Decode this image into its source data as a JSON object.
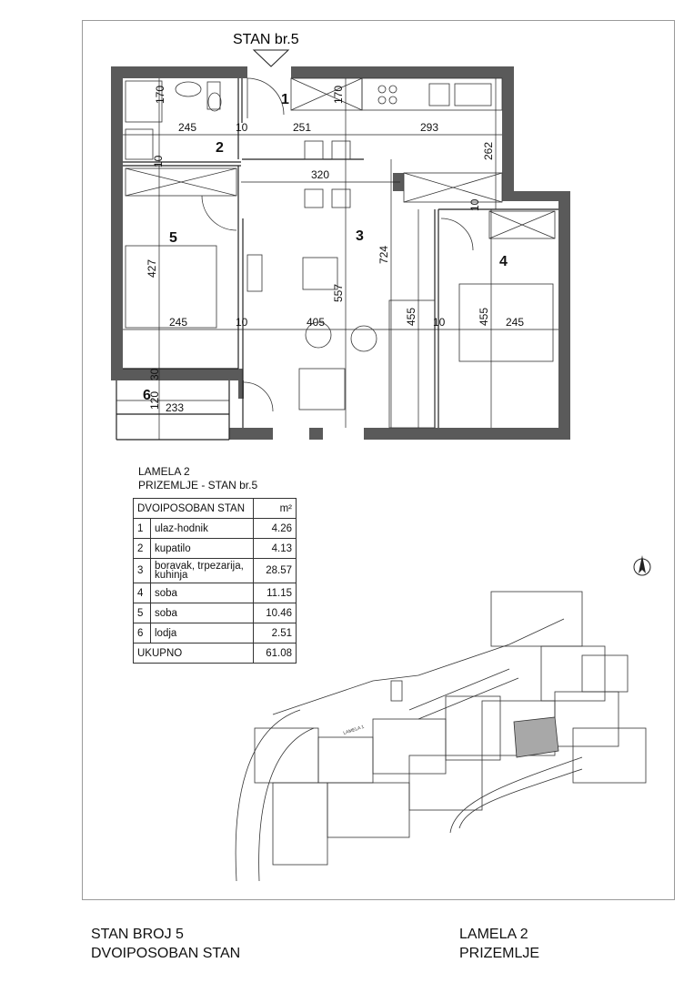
{
  "plan": {
    "entry_label": "STAN br.5",
    "room_numbers": [
      "1",
      "2",
      "3",
      "4",
      "5",
      "6"
    ],
    "dimensions": [
      "170",
      "245",
      "10",
      "251",
      "170",
      "293",
      "262",
      "10",
      "320",
      "10",
      "427",
      "724",
      "557",
      "245",
      "10",
      "405",
      "455",
      "10",
      "455",
      "245",
      "30",
      "120",
      "233"
    ]
  },
  "title_block": {
    "line1": "LAMELA  2",
    "line2": "PRIZEMLJE - STAN br.5"
  },
  "area_table": {
    "header": "DVOIPOSOBAN STAN",
    "unit": "m²",
    "rows": [
      {
        "num": "1",
        "name": "ulaz-hodnik",
        "area": "4.26"
      },
      {
        "num": "2",
        "name": "kupatilo",
        "area": "4.13"
      },
      {
        "num": "3",
        "name": "boravak, trpezarija, kuhinja",
        "area": "28.57"
      },
      {
        "num": "4",
        "name": "soba",
        "area": "11.15"
      },
      {
        "num": "5",
        "name": "soba",
        "area": "10.46"
      },
      {
        "num": "6",
        "name": "lodja",
        "area": "2.51"
      }
    ],
    "total_label": "UKUPNO",
    "total_area": "61.08"
  },
  "site_plan": {
    "label": "LAMELA 1"
  },
  "footer": {
    "left_line1": "STAN BROJ 5",
    "left_line2": "DVOIPOSOBAN STAN",
    "right_line1": "LAMELA  2",
    "right_line2": "PRIZEMLJE"
  },
  "colors": {
    "wall": "#5a5a5a",
    "line": "#222222",
    "highlight": "#a8a8a8"
  }
}
